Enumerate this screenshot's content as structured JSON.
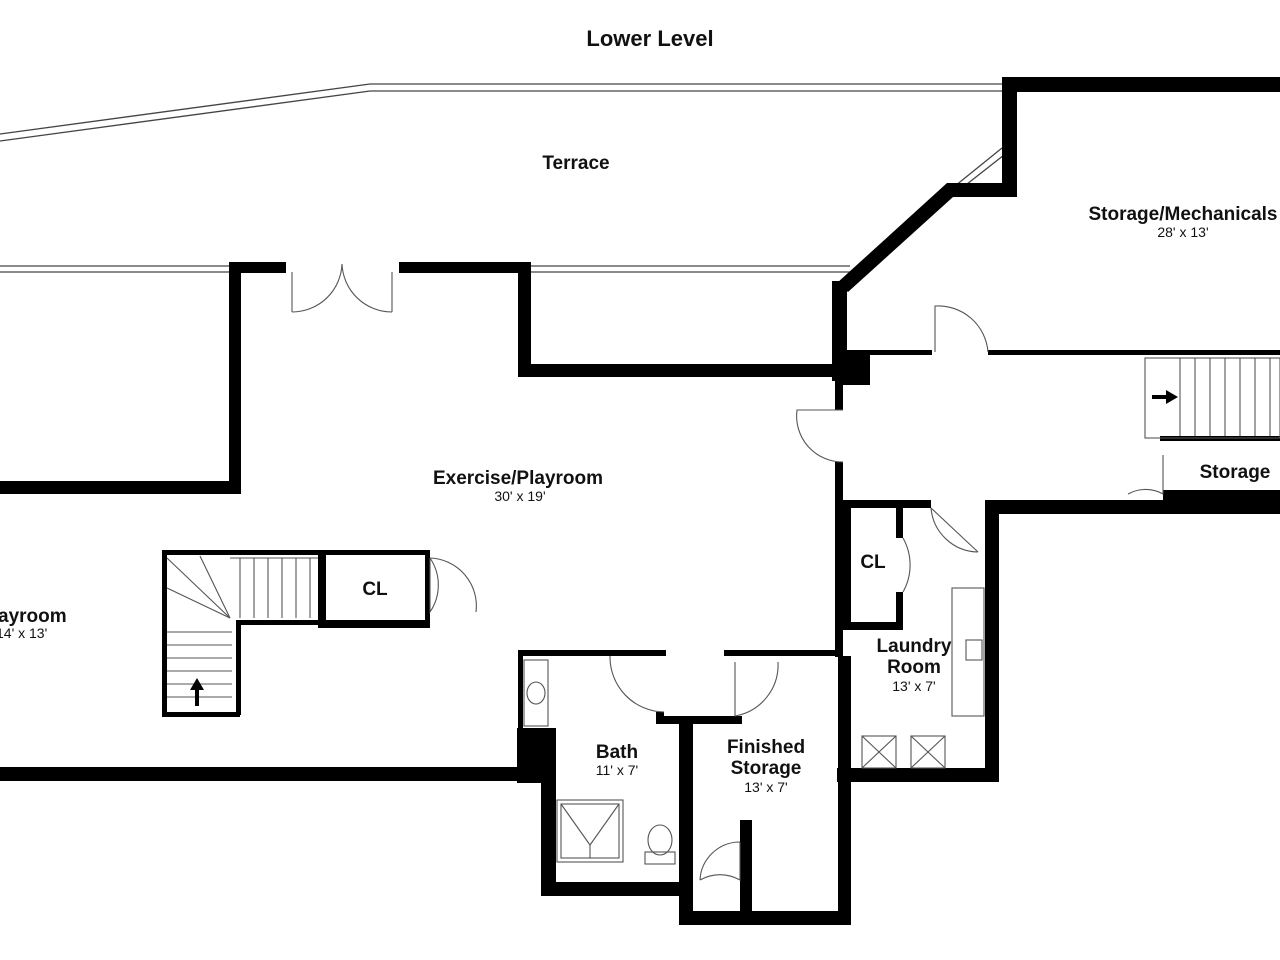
{
  "plan": {
    "title": "Lower Level",
    "rooms": [
      {
        "key": "terrace",
        "name": "Terrace",
        "dims": ""
      },
      {
        "key": "storage-mechanicals",
        "name": "Storage/Mechanicals",
        "dims": "28' x 13'"
      },
      {
        "key": "exercise-playroom",
        "name": "Exercise/Playroom",
        "dims": "30' x 19'"
      },
      {
        "key": "playroom",
        "name": "ayroom",
        "dims": "14' x 13'"
      },
      {
        "key": "closet-left",
        "name": "CL",
        "dims": ""
      },
      {
        "key": "closet-right",
        "name": "CL",
        "dims": ""
      },
      {
        "key": "laundry-room",
        "name": "Laundry",
        "name2": "Room",
        "dims": "13' x 7'"
      },
      {
        "key": "storage",
        "name": "Storage",
        "dims": ""
      },
      {
        "key": "bath",
        "name": "Bath",
        "dims": "11' x 7'"
      },
      {
        "key": "finished-storage",
        "name": "Finished",
        "name2": "Storage",
        "dims": "13' x 7'"
      }
    ],
    "colors": {
      "wall": "#000000",
      "background": "#ffffff"
    }
  }
}
